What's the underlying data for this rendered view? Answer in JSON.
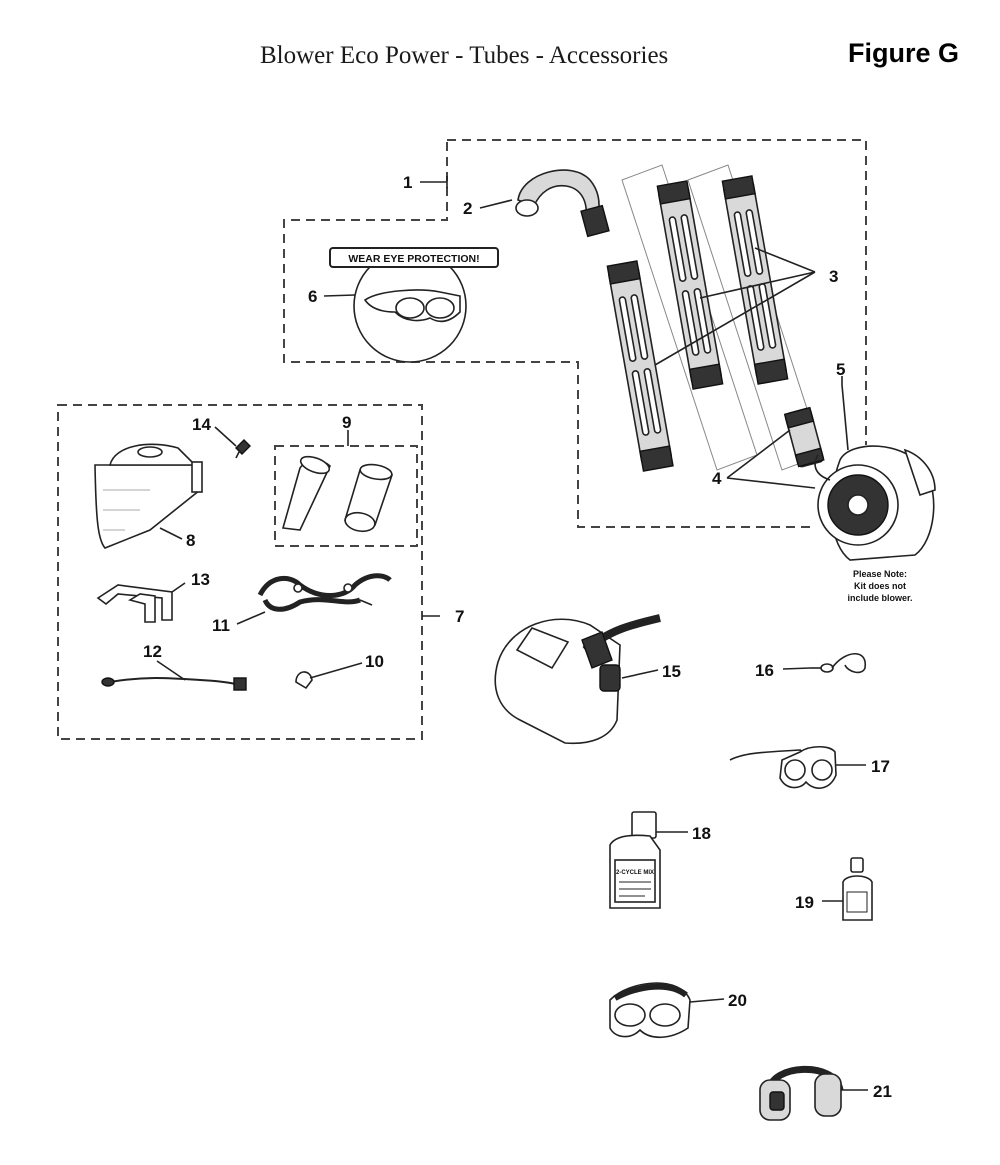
{
  "title": "Blower Eco Power - Tubes - Accessories",
  "figure_label": "Figure G",
  "decal_text": "WEAR EYE PROTECTION!",
  "note": [
    "Please Note:",
    "Kit does not",
    "include blower."
  ],
  "fuel_bottle_label": "2-CYCLE MIX",
  "callouts": [
    "1",
    "2",
    "3",
    "4",
    "5",
    "6",
    "7",
    "8",
    "9",
    "10",
    "11",
    "12",
    "13",
    "14",
    "15",
    "16",
    "17",
    "18",
    "19",
    "20",
    "21"
  ]
}
